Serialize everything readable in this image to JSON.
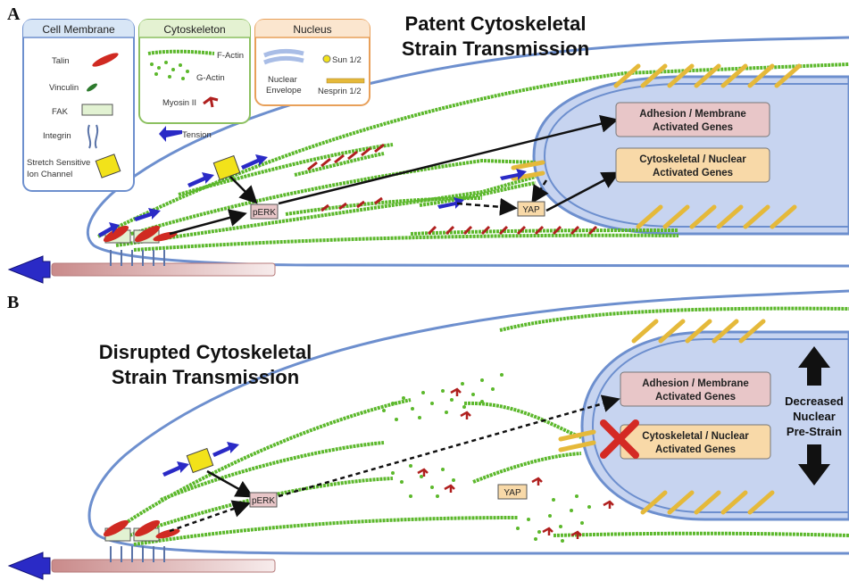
{
  "panel_a": {
    "letter": "A",
    "title_line1": "Patent Cytoskeletal",
    "title_line2": "Strain Transmission",
    "legend": {
      "cell_membrane": {
        "title": "Cell Membrane",
        "items": [
          "Talin",
          "Vinculin",
          "FAK",
          "Integrin",
          "Stretch Sensitive",
          "Ion Channel"
        ]
      },
      "cytoskeleton": {
        "title": "Cytoskeleton",
        "items": [
          "F-Actin",
          "G-Actin",
          "Myosin II"
        ]
      },
      "nucleus": {
        "title": "Nucleus",
        "items": [
          "Nuclear",
          "Envelope",
          "Sun 1/2",
          "Nesprin 1/2"
        ]
      },
      "tension": "Tension"
    },
    "gene_box_1_line1": "Adhesion / Membrane",
    "gene_box_1_line2": "Activated Genes",
    "gene_box_2_line1": "Cytoskeletal / Nuclear",
    "gene_box_2_line2": "Activated Genes",
    "perk": "pERK",
    "yap": "YAP"
  },
  "panel_b": {
    "letter": "B",
    "title_line1": "Disrupted Cytoskeletal",
    "title_line2": "Strain Transmission",
    "gene_box_1_line1": "Adhesion / Membrane",
    "gene_box_1_line2": "Activated Genes",
    "gene_box_2_line1": "Cytoskeletal / Nuclear",
    "gene_box_2_line2": "Activated Genes",
    "perk": "pERK",
    "yap": "YAP",
    "side_line1": "Decreased",
    "side_line2": "Nuclear",
    "side_line3": "Pre-Strain"
  },
  "colors": {
    "membrane_stroke": "#6d8fce",
    "cell_fill": "#ffffff",
    "nucleus_fill": "#c7d4f0",
    "actin": "#5cb82c",
    "myosin": "#b0201f",
    "talin": "#d02a22",
    "fak": "#e2f2d2",
    "channel": "#f2e21a",
    "nesprin": "#e5b93a",
    "tension_arrow": "#2a2ac6",
    "box_adhesion": "#e8c6c8",
    "box_cyto": "#f8d9a8",
    "legend_membrane_fill": "#d8e6f6",
    "legend_cyto_fill": "#e4f2d2",
    "legend_nucleus_fill": "#fbe6cf",
    "red_x": "#d42a24"
  }
}
